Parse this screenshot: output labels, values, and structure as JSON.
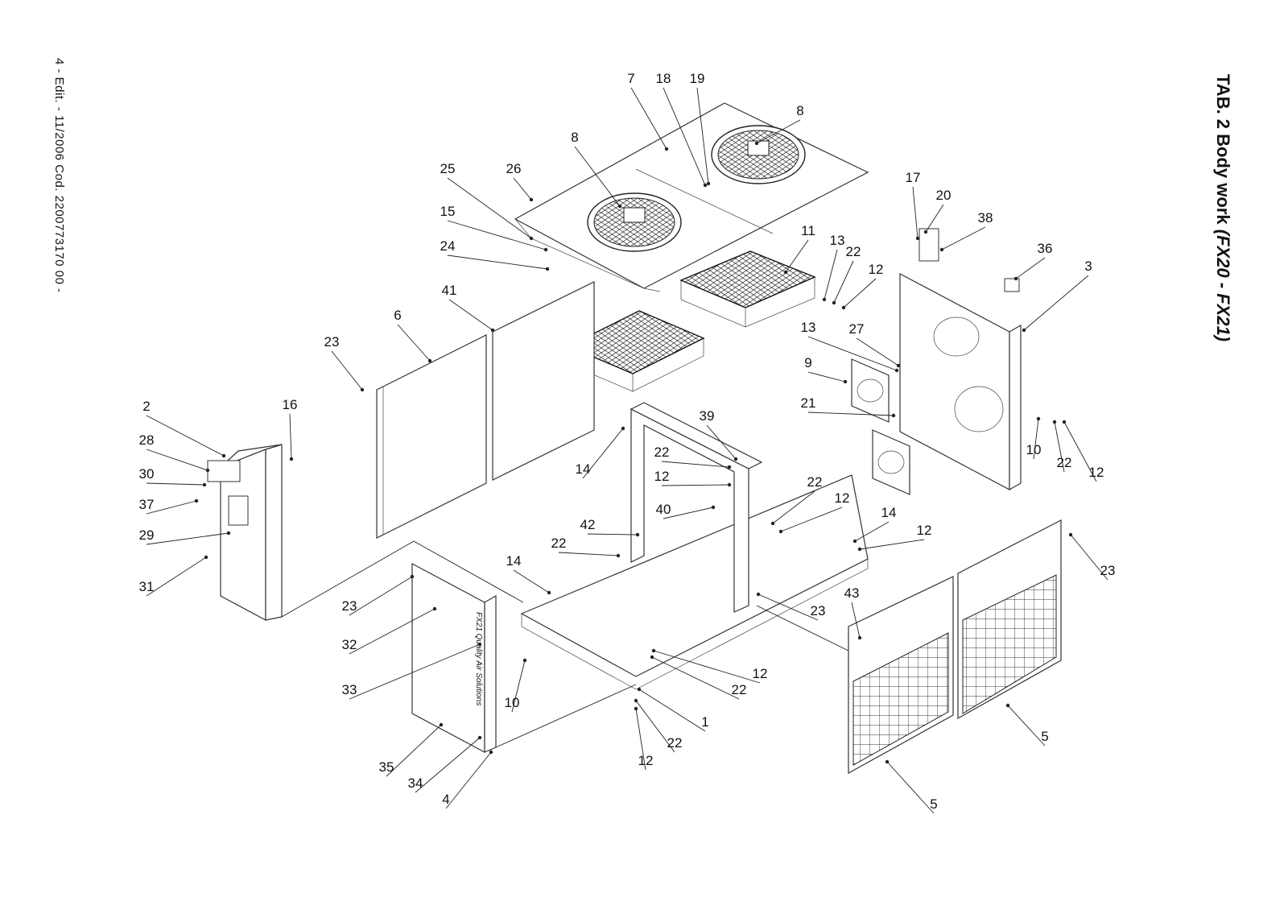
{
  "header": {
    "title_prefix": "TAB. 2",
    "title_main": "Body work",
    "title_model": "(FX20 - FX21)"
  },
  "footer": {
    "text": "4 - Edit. - 11/2006 Cod. 2200773170 00 -"
  },
  "parts": {
    "side_logo_text": "FX21  Quality Air Solutions"
  },
  "callouts": [
    "7",
    "18",
    "19",
    "8",
    "8",
    "25",
    "26",
    "15",
    "24",
    "11",
    "13",
    "22",
    "12",
    "17",
    "20",
    "38",
    "36",
    "3",
    "41",
    "6",
    "23",
    "13",
    "27",
    "9",
    "21",
    "2",
    "16",
    "28",
    "30",
    "37",
    "29",
    "31",
    "39",
    "22",
    "12",
    "14",
    "10",
    "22",
    "12",
    "22",
    "12",
    "40",
    "42",
    "14",
    "12",
    "22",
    "14",
    "23",
    "23",
    "43",
    "23",
    "32",
    "33",
    "12",
    "22",
    "10",
    "1",
    "22",
    "12",
    "35",
    "34",
    "4",
    "5",
    "5"
  ],
  "colors": {
    "line": "#222222",
    "background": "#ffffff"
  }
}
